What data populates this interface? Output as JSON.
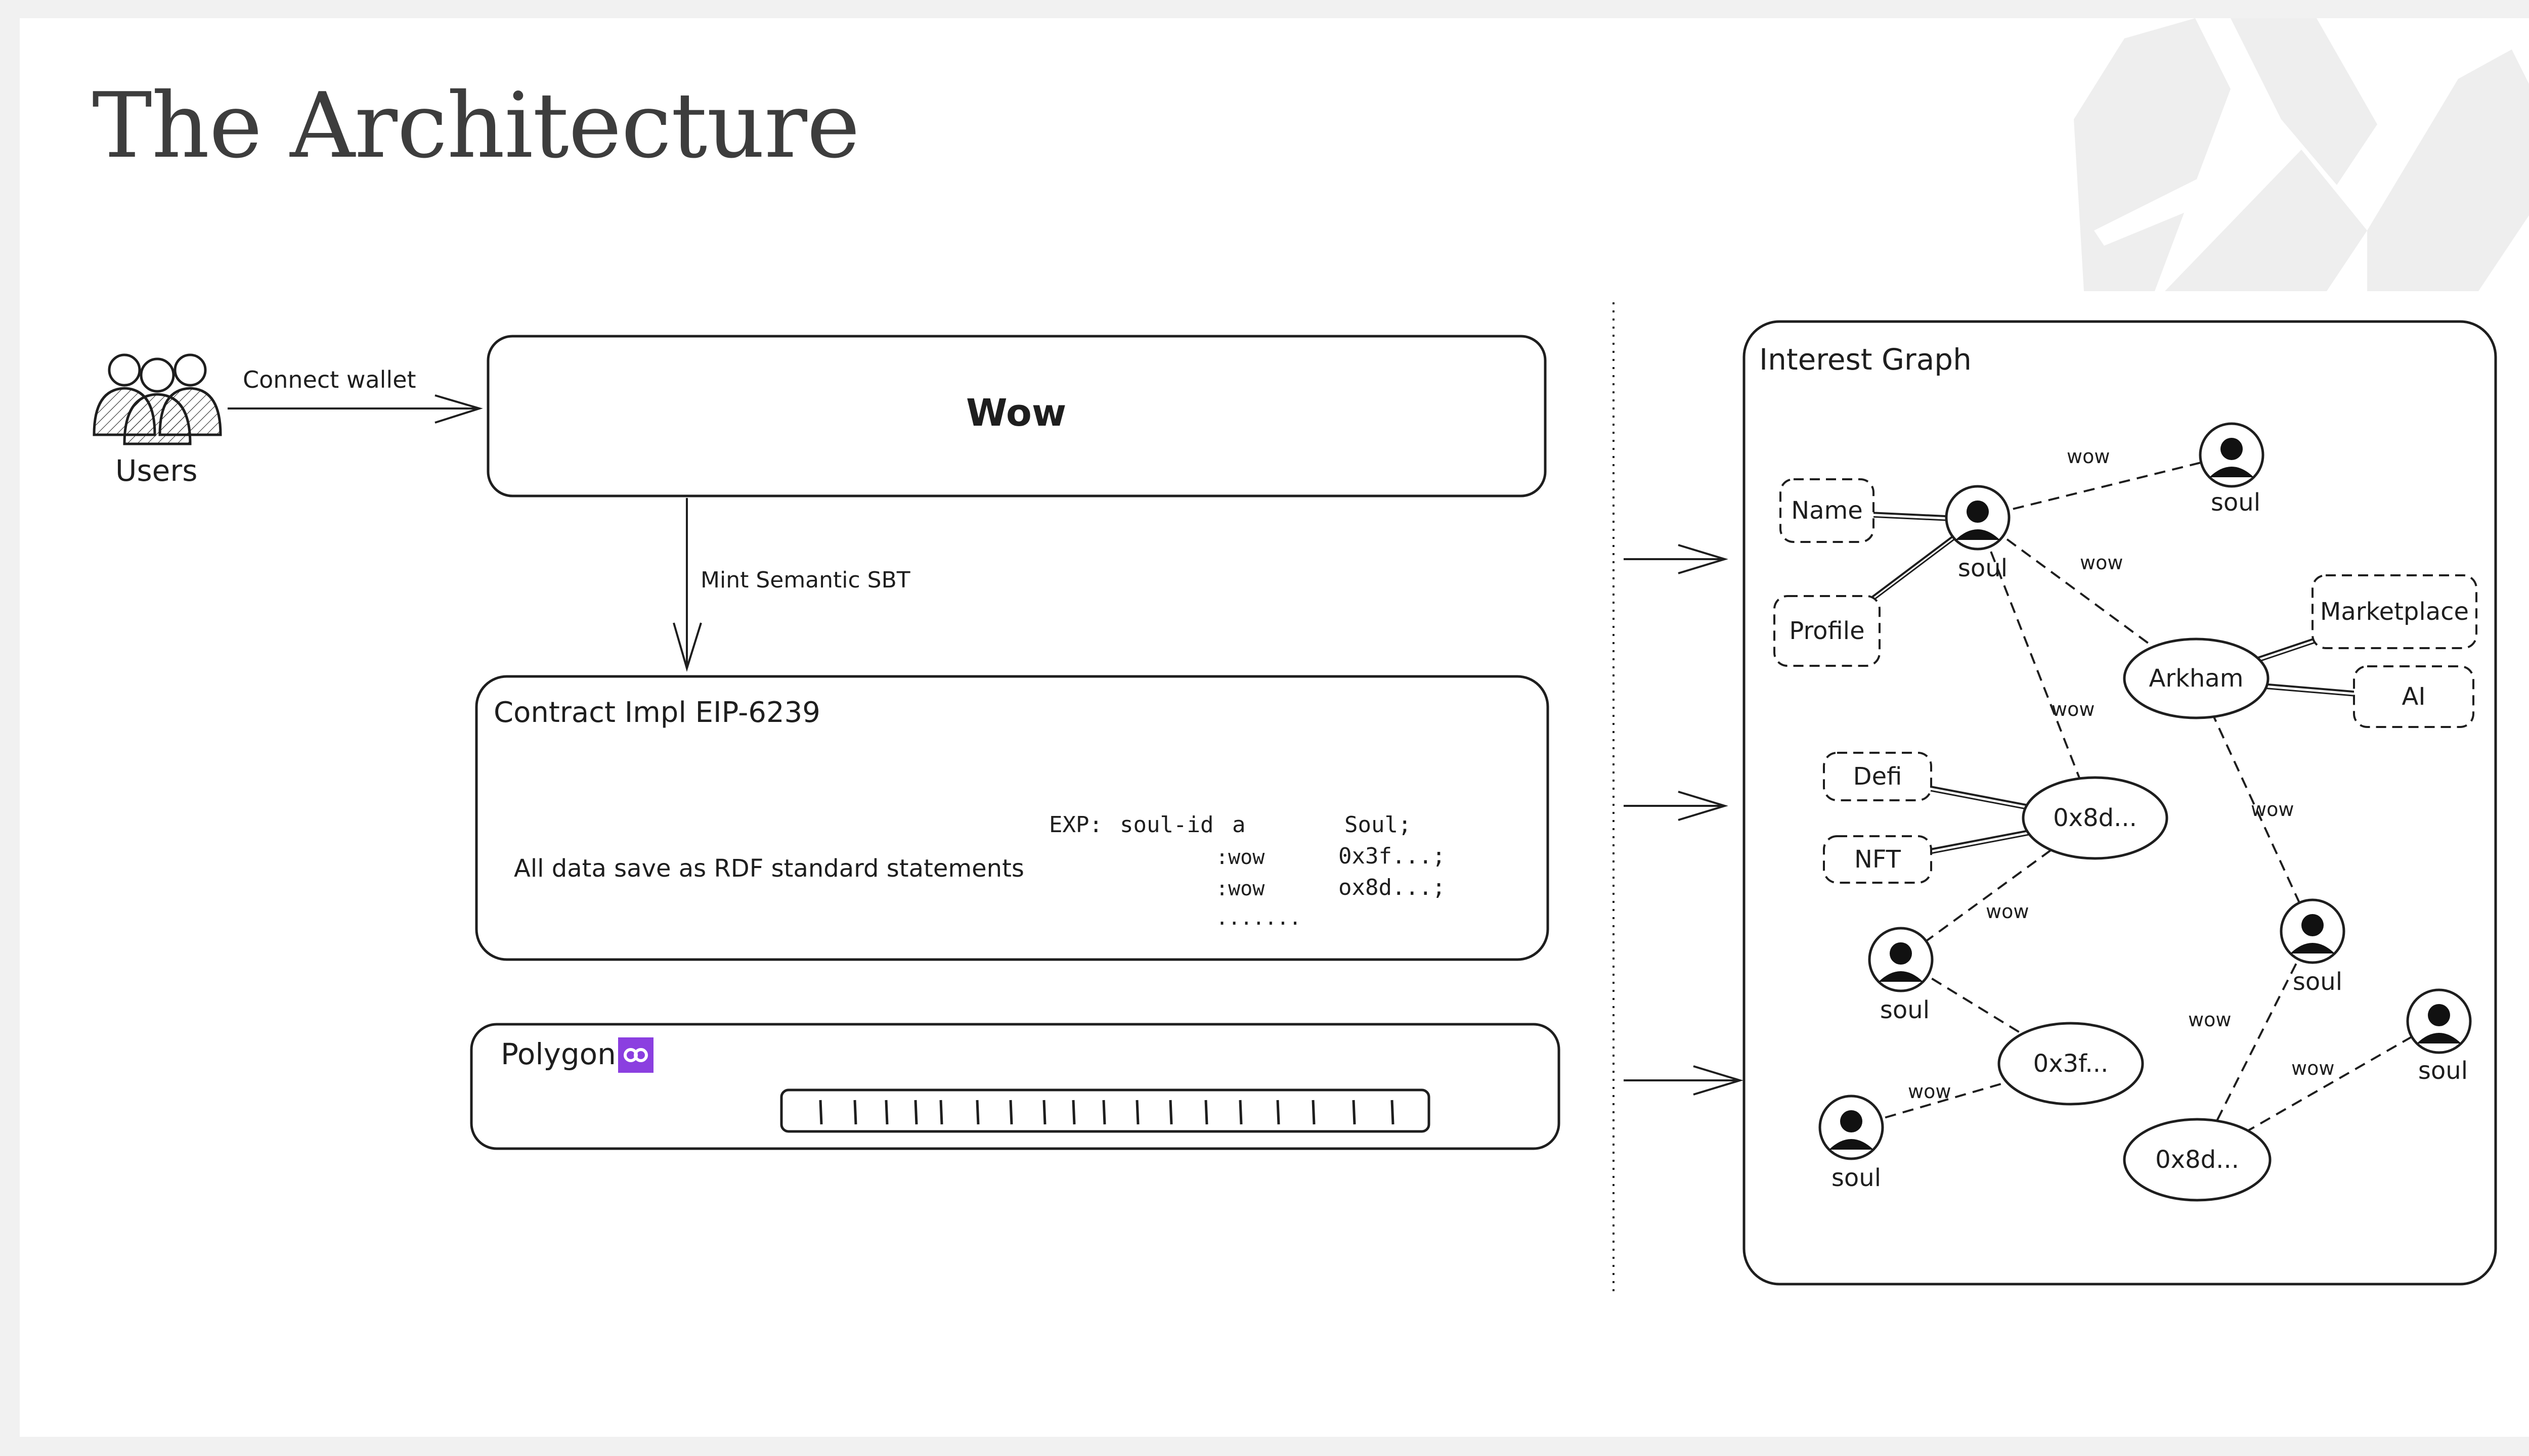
{
  "slide": {
    "title": "The Architecture"
  },
  "left": {
    "users_label": "Users",
    "connect_label": "Connect wallet",
    "wow_box_title": "Wow",
    "mint_label": "Mint Semantic SBT",
    "contract_title": "Contract Impl EIP-6239",
    "contract_description": "All data save as RDF standard statements",
    "rdf_example": {
      "prefix": "EXP:",
      "rows": [
        [
          "soul-id",
          "a",
          "Soul;"
        ],
        [
          "",
          ":wow",
          "0x3f...;"
        ],
        [
          "",
          ":wow",
          "ox8d...;"
        ],
        [
          "",
          ".......",
          ""
        ]
      ]
    },
    "polygon_label": "Polygon",
    "polygon_color": "#8b3fe0"
  },
  "graph": {
    "title": "Interest Graph",
    "nodes": [
      {
        "id": "soul1",
        "kind": "soul",
        "label": "soul"
      },
      {
        "id": "soul2",
        "kind": "soul",
        "label": "soul"
      },
      {
        "id": "soul3",
        "kind": "soul",
        "label": "soul"
      },
      {
        "id": "soul4",
        "kind": "soul",
        "label": "soul"
      },
      {
        "id": "soul5",
        "kind": "soul",
        "label": "soul"
      },
      {
        "id": "soul6",
        "kind": "soul",
        "label": "soul"
      },
      {
        "id": "name",
        "kind": "tag",
        "label": "Name"
      },
      {
        "id": "profile",
        "kind": "tag",
        "label": "Profile"
      },
      {
        "id": "marketplace",
        "kind": "tag",
        "label": "Marketplace"
      },
      {
        "id": "ai",
        "kind": "tag",
        "label": "AI"
      },
      {
        "id": "defi",
        "kind": "tag",
        "label": "Defi"
      },
      {
        "id": "nft",
        "kind": "tag",
        "label": "NFT"
      },
      {
        "id": "arkham",
        "kind": "contract",
        "label": "Arkham"
      },
      {
        "id": "c8d1",
        "kind": "contract",
        "label": "0x8d..."
      },
      {
        "id": "c3f",
        "kind": "contract",
        "label": "0x3f..."
      },
      {
        "id": "c8d2",
        "kind": "contract",
        "label": "0x8d..."
      }
    ],
    "edges": [
      {
        "from": "soul1",
        "to": "soul2",
        "label": "wow",
        "style": "dashed"
      },
      {
        "from": "soul1",
        "to": "arkham",
        "label": "wow",
        "style": "dashed"
      },
      {
        "from": "soul1",
        "to": "c8d1",
        "label": "wow",
        "style": "dashed"
      },
      {
        "from": "arkham",
        "to": "soul5",
        "label": "wow",
        "style": "dashed"
      },
      {
        "from": "c8d1",
        "to": "soul3",
        "label": "wow",
        "style": "dashed"
      },
      {
        "from": "soul3",
        "to": "c3f",
        "label": "",
        "style": "dashed"
      },
      {
        "from": "c3f",
        "to": "soul4",
        "label": "wow",
        "style": "dashed"
      },
      {
        "from": "soul5",
        "to": "c8d2",
        "label": "wow",
        "style": "dashed"
      },
      {
        "from": "c8d2",
        "to": "soul6",
        "label": "wow",
        "style": "dashed"
      },
      {
        "from": "name",
        "to": "soul1",
        "label": "",
        "style": "solid"
      },
      {
        "from": "profile",
        "to": "soul1",
        "label": "",
        "style": "solid"
      },
      {
        "from": "marketplace",
        "to": "arkham",
        "label": "",
        "style": "solid"
      },
      {
        "from": "ai",
        "to": "arkham",
        "label": "",
        "style": "solid"
      },
      {
        "from": "defi",
        "to": "c8d1",
        "label": "",
        "style": "solid"
      },
      {
        "from": "nft",
        "to": "c8d1",
        "label": "",
        "style": "solid"
      }
    ]
  }
}
